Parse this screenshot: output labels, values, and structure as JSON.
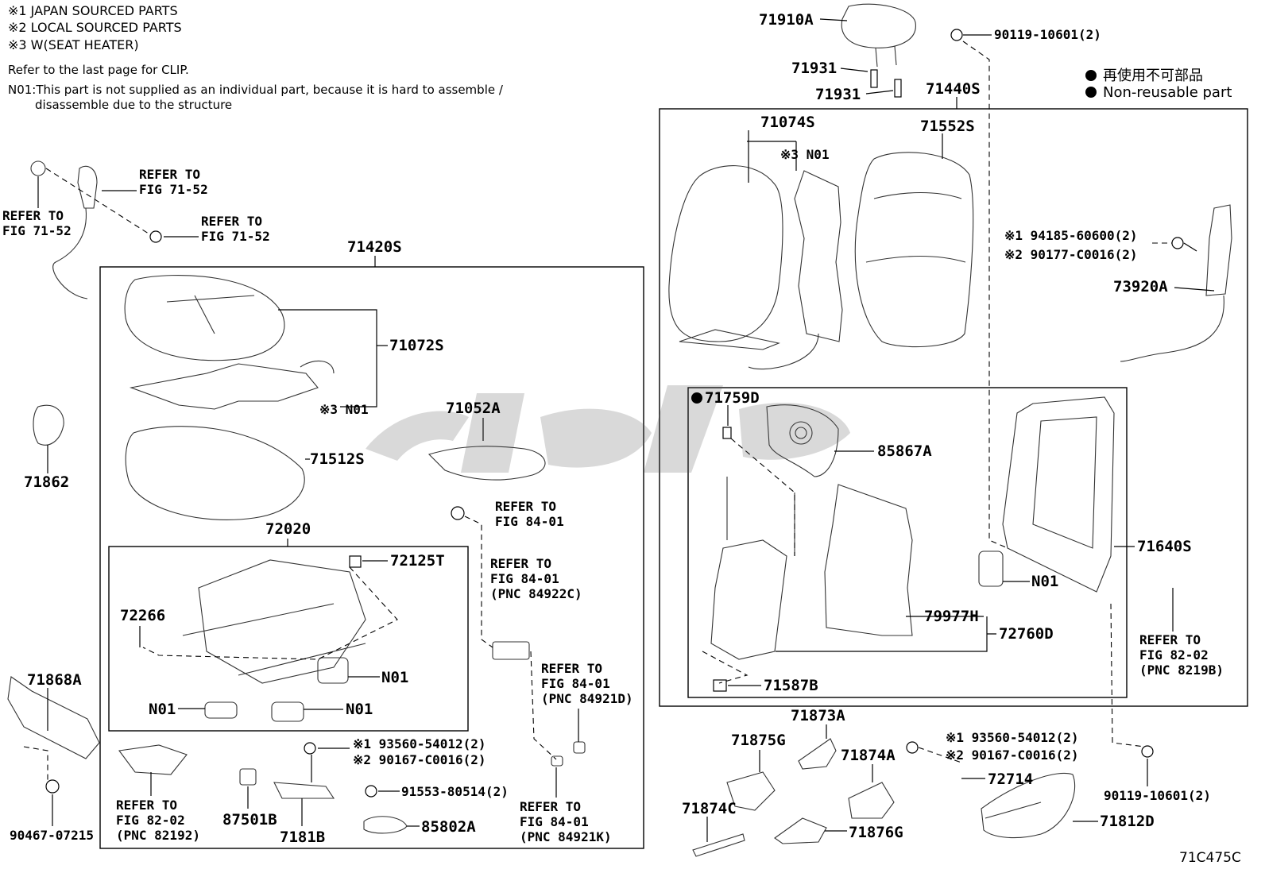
{
  "notes": {
    "n1": "※1 JAPAN SOURCED PARTS",
    "n2": "※2 LOCAL SOURCED PARTS",
    "n3": "※3 W(SEAT HEATER)",
    "clip": "Refer to the last page for CLIP.",
    "n01_line1": "N01:This part is not supplied as an individual part, because it is hard to assemble /",
    "n01_line2": "disassemble due to the structure"
  },
  "legend": {
    "jp": "再使用不可部品",
    "en": "Non-reusable part"
  },
  "figure_code": "71C475C",
  "labels": {
    "refer_top_center": [
      "REFER TO",
      "FIG 71-52"
    ],
    "refer_top_left": [
      "REFER TO",
      "FIG 71-52"
    ],
    "refer_top_right": [
      "REFER TO",
      "FIG 71-52"
    ],
    "p71420S": "71420S",
    "p71072S": "71072S",
    "p3N01_left": "※3 N01",
    "p71512S": "71512S",
    "p71862": "71862",
    "p71052A": "71052A",
    "refer_8401_a": [
      "REFER TO",
      "FIG 84-01"
    ],
    "p72020": "72020",
    "p72125T": "72125T",
    "refer_8401_b": [
      "REFER TO",
      "FIG 84-01",
      "(PNC 84922C)"
    ],
    "p72266": "72266",
    "p_N01_a": "N01",
    "p_N01_b": "N01",
    "p_N01_c": "N01",
    "refer_8401_c": [
      "REFER TO",
      "FIG 84-01",
      "(PNC 84921D)"
    ],
    "p71868A": "71868A",
    "p93560_l": "※1 93560-54012(2)",
    "p90167_l": "※2 90167-C0016(2)",
    "p91553": "91553-80514(2)",
    "refer_8202_l": [
      "REFER TO",
      "FIG 82-02",
      "(PNC 82192)"
    ],
    "p87501B": "87501B",
    "p7181B": "7181B",
    "p85802A": "85802A",
    "refer_8401_d": [
      "REFER TO",
      "FIG 84-01",
      "(PNC 84921K)"
    ],
    "p90467": "90467-07215",
    "p71910A": "71910A",
    "p90119_top": "90119-10601(2)",
    "p71931_a": "71931",
    "p71931_b": "71931",
    "p71440S": "71440S",
    "p71074S": "71074S",
    "p3N01_right": "※3 N01",
    "p71552S": "71552S",
    "p94185": "※1 94185-60600(2)",
    "p90177": "※2 90177-C0016(2)",
    "p73920A": "73920A",
    "p71759D": "71759D",
    "p85867A": "85867A",
    "p_N01_d": "N01",
    "p71640S": "71640S",
    "p79977H": "79977H",
    "p72760D": "72760D",
    "p71587B": "71587B",
    "refer_8202_r": [
      "REFER TO",
      "FIG 82-02",
      "(PNC 8219B)"
    ],
    "p71873A": "71873A",
    "p71875G": "71875G",
    "p71874A": "71874A",
    "p93560_r": "※1 93560-54012(2)",
    "p90167_r": "※2 90167-C0016(2)",
    "p72714": "72714",
    "p90119_bot": "90119-10601(2)",
    "p71874C": "71874C",
    "p71876G": "71876G",
    "p71812D": "71812D"
  }
}
